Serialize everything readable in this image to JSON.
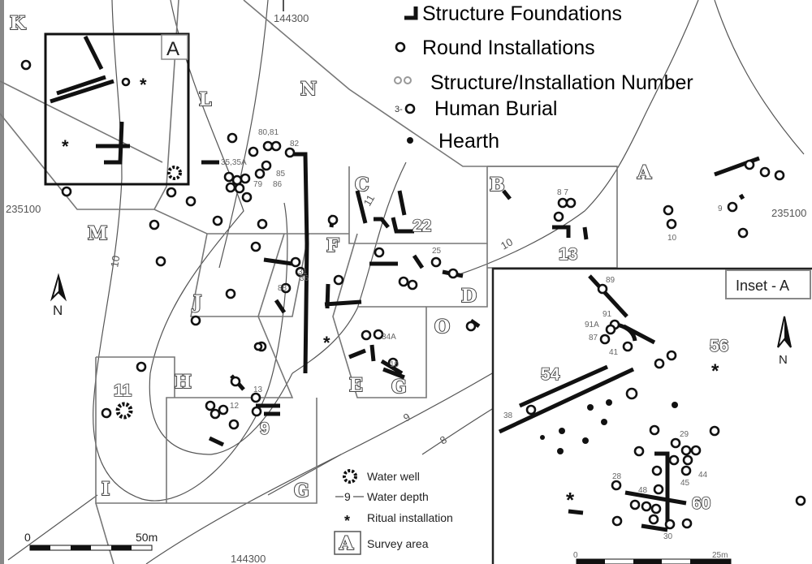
{
  "legend_top": {
    "structure_foundations": "Structure Foundations",
    "round_installations": "Round Installations",
    "structure_number": "Structure/Installation Number",
    "human_burial": "Human Burial",
    "hearth": "Hearth"
  },
  "legend_bottom": {
    "water_well": "Water well",
    "water_depth": "Water depth",
    "water_depth_symbol": "9",
    "ritual_installation": "Ritual installation",
    "survey_area": "Survey area",
    "survey_area_symbol": "A"
  },
  "coordinates": {
    "top": "144300",
    "bottom": "144300",
    "left": "235100",
    "right": "235100"
  },
  "areas": [
    "K",
    "L",
    "N",
    "M",
    "C",
    "B",
    "A",
    "F",
    "J",
    "D",
    "O",
    "H",
    "E",
    "G",
    "I",
    "G"
  ],
  "inset_box_label": "A",
  "structures": {
    "s22": "22",
    "s13": "13",
    "s9": "9",
    "s11": "11"
  },
  "contours": [
    "10",
    "11",
    "10",
    "9",
    "8"
  ],
  "small_labels": [
    "80,81",
    "82",
    "35,35A",
    "85",
    "86",
    "79",
    "8 7",
    "9",
    "10",
    "25",
    "31",
    "36",
    "88",
    "34A",
    "13",
    "12",
    "10"
  ],
  "north": "N",
  "scale_main": {
    "start": "0",
    "end": "50m"
  },
  "inset": {
    "title": "Inset - A",
    "labels": [
      "89",
      "91",
      "91A",
      "87",
      "41",
      "38",
      "29",
      "44",
      "45",
      "28",
      "48",
      "30"
    ],
    "structures": {
      "s54": "54",
      "s56": "56",
      "s60": "60"
    },
    "north": "N",
    "scale": {
      "start": "0",
      "end": "25m"
    }
  }
}
